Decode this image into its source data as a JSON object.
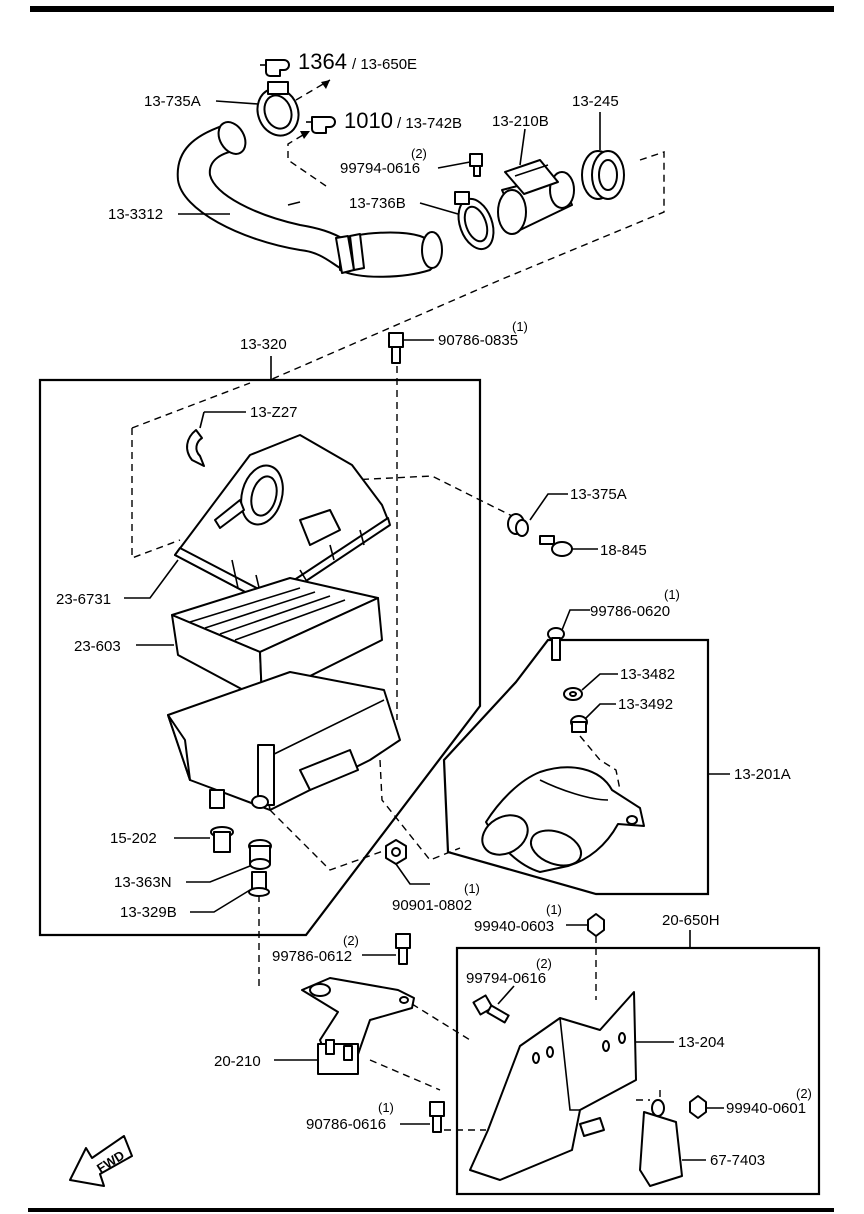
{
  "refs": {
    "ref1": {
      "main": "1364",
      "sub": "/ 13-650E"
    },
    "ref2": {
      "main": "1010",
      "sub": "/ 13-742B"
    }
  },
  "labels": {
    "p13_735A": "13-735A",
    "p13_210B": "13-210B",
    "p13_245": "13-245",
    "p99794_0616_top": "99794-0616",
    "p99794_0616_top_qty": "(2)",
    "p13_3312": "13-3312",
    "p13_736B": "13-736B",
    "p13_320": "13-320",
    "p90786_0835": "90786-0835",
    "p90786_0835_qty": "(1)",
    "p13_Z27": "13-Z27",
    "p13_375A": "13-375A",
    "p18_845": "18-845",
    "p23_6731": "23-6731",
    "p99786_0620": "99786-0620",
    "p99786_0620_qty": "(1)",
    "p23_603": "23-603",
    "p13_3482": "13-3482",
    "p13_3492": "13-3492",
    "p13_201A": "13-201A",
    "p15_202": "15-202",
    "p13_363N": "13-363N",
    "p90901_0802": "90901-0802",
    "p90901_0802_qty": "(1)",
    "p13_329B": "13-329B",
    "p99940_0603": "99940-0603",
    "p99940_0603_qty": "(1)",
    "p20_650H": "20-650H",
    "p99786_0612": "99786-0612",
    "p99786_0612_qty": "(2)",
    "p99794_0616_bot": "99794-0616",
    "p99794_0616_bot_qty": "(2)",
    "p13_204": "13-204",
    "p20_210": "20-210",
    "p99940_0601": "99940-0601",
    "p99940_0601_qty": "(2)",
    "p90786_0616": "90786-0616",
    "p90786_0616_qty": "(1)",
    "p67_7403": "67-7403",
    "fwd": "FWD"
  }
}
